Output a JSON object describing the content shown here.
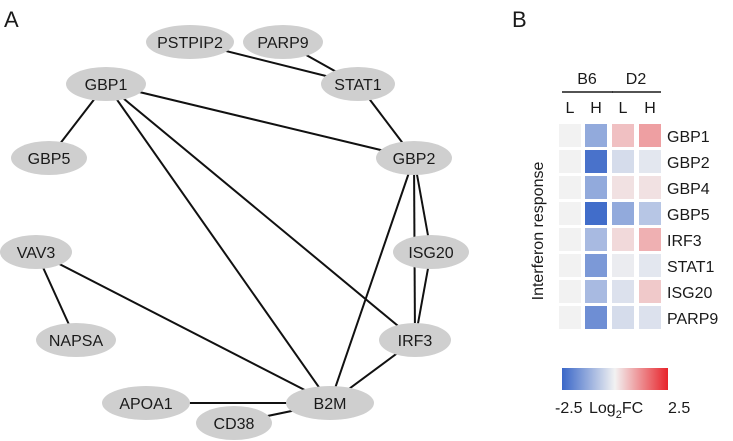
{
  "panels": {
    "a": "A",
    "b": "B"
  },
  "network": {
    "nodes": [
      {
        "id": "PSTPIP2",
        "label": "PSTPIP2"
      },
      {
        "id": "PARP9",
        "label": "PARP9"
      },
      {
        "id": "STAT1",
        "label": "STAT1"
      },
      {
        "id": "GBP1",
        "label": "GBP1"
      },
      {
        "id": "GBP5",
        "label": "GBP5"
      },
      {
        "id": "GBP2",
        "label": "GBP2"
      },
      {
        "id": "VAV3",
        "label": "VAV3"
      },
      {
        "id": "ISG20",
        "label": "ISG20"
      },
      {
        "id": "NAPSA",
        "label": "NAPSA"
      },
      {
        "id": "IRF3",
        "label": "IRF3"
      },
      {
        "id": "APOA1",
        "label": "APOA1"
      },
      {
        "id": "B2M",
        "label": "B2M"
      },
      {
        "id": "CD38",
        "label": "CD38"
      }
    ],
    "edges": [
      [
        "PSTPIP2",
        "STAT1"
      ],
      [
        "PARP9",
        "STAT1"
      ],
      [
        "STAT1",
        "GBP2"
      ],
      [
        "GBP1",
        "GBP5"
      ],
      [
        "GBP1",
        "GBP2"
      ],
      [
        "GBP1",
        "IRF3"
      ],
      [
        "GBP1",
        "B2M"
      ],
      [
        "GBP2",
        "ISG20"
      ],
      [
        "GBP2",
        "IRF3"
      ],
      [
        "GBP2",
        "B2M"
      ],
      [
        "ISG20",
        "IRF3"
      ],
      [
        "VAV3",
        "NAPSA"
      ],
      [
        "VAV3",
        "B2M"
      ],
      [
        "IRF3",
        "B2M"
      ],
      [
        "APOA1",
        "B2M"
      ],
      [
        "CD38",
        "B2M"
      ]
    ]
  },
  "heatmap": {
    "group_labels": [
      "B6",
      "D2"
    ],
    "column_labels": [
      "L",
      "H",
      "L",
      "H"
    ],
    "row_axis_label": "Interferon response",
    "rows": [
      "GBP1",
      "GBP2",
      "GBP4",
      "GBP5",
      "IRF3",
      "STAT1",
      "ISG20",
      "PARP9"
    ],
    "values": [
      [
        0.0,
        -1.3,
        0.6,
        1.0
      ],
      [
        0.0,
        -2.3,
        -0.4,
        -0.2
      ],
      [
        0.0,
        -1.3,
        0.2,
        0.2
      ],
      [
        0.0,
        -2.4,
        -1.3,
        -0.8
      ],
      [
        0.0,
        -1.0,
        0.3,
        0.8
      ],
      [
        0.0,
        -1.6,
        -0.1,
        -0.2
      ],
      [
        0.0,
        -1.0,
        -0.3,
        0.5
      ],
      [
        0.0,
        -1.8,
        -0.4,
        -0.3
      ]
    ],
    "scale": {
      "min": -2.5,
      "max": 2.5,
      "min_label": "-2.5",
      "max_label": "2.5",
      "label_main": "Log",
      "label_sub": "2",
      "label_tail": "FC",
      "colors": {
        "low": "#3a67c8",
        "mid": "#f2f2f2",
        "high": "#e8232a"
      }
    }
  }
}
